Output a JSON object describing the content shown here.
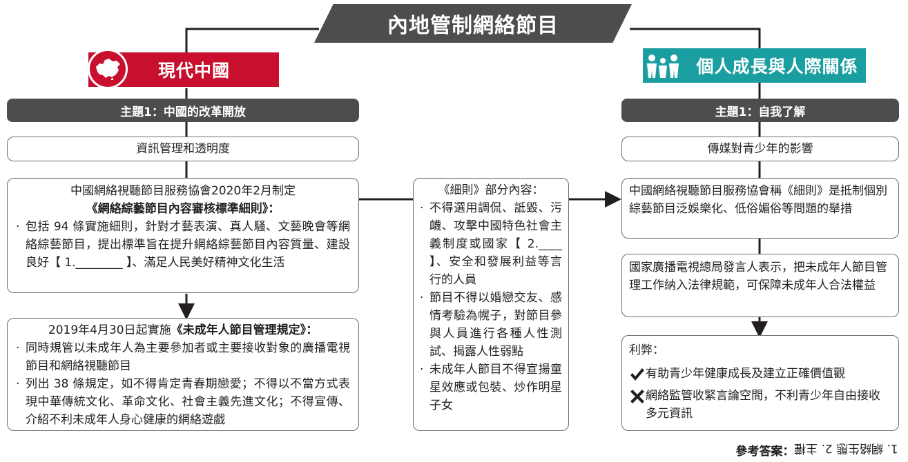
{
  "title": "內地管制網絡節目",
  "left": {
    "section": "現代中國",
    "section_icon": "china-map-icon",
    "topic": "主題1：中國的改革開放",
    "subtopic": "資訊管理和透明度",
    "box1": {
      "line1": "中國網絡視聽節目服務協會2020年2月制定",
      "line2": "《網絡綜藝節目內容審核標準細則》：",
      "bullet": "包括 94 條實施細則，針對才藝表演、真人騷、文藝晚會等網絡綜藝節目，提出標準旨在提升網絡綜藝節目內容質量、建設良好【 1.________ 】、滿足人民美好精神文化生活"
    },
    "box2": {
      "line1_a": "2019年4月30日起實施",
      "line1_b": "《未成年人節目管理規定》：",
      "bullets": [
        "同時規管以未成年人為主要參加者或主要接收對象的廣播電視節目和網絡視聽節目",
        "列出 38 條規定，如不得肯定青春期戀愛；不得以不當方式表現中華傳統文化、革命文化、社會主義先進文化；不得宣傳、介紹不利未成年人身心健康的網絡遊戲"
      ]
    }
  },
  "center": {
    "heading": "《細則》部分內容：",
    "bullets": [
      "不得選用調侃、詆毀、污衊、攻擊中國特色社會主義制度或國家【 2.____ 】、安全和發展利益等言行的人員",
      "節目不得以婚戀交友、感情考驗為幌子，對節目參與人員進行各種人性測試、揭露人性弱點",
      "未成年人節目不得宣揚童星效應或包裝、炒作明星子女"
    ]
  },
  "right": {
    "section": "個人成長與人際關係",
    "section_icon": "people-icon",
    "topic": "主題1：自我了解",
    "subtopic": "傳媒對青少年的影響",
    "box1": "中國網絡視聽節目服務協會稱《細則》是抵制個別綜藝節目泛娛樂化、低俗媚俗等問題的舉措",
    "box2": "國家廣播電視總局發言人表示，把未成年人節目管理工作納入法律規範，可保障未成年人合法權益",
    "box3": {
      "heading": "利弊：",
      "pro": "有助青少年健康成長及建立正確價值觀",
      "con": "網絡監管收緊言論空間，不利青少年自由接收多元資訊"
    }
  },
  "footnote": {
    "label": "參考答案：",
    "answers": "1. 網絡生態  2. 主權"
  },
  "colors": {
    "dark_gray": "#4d4d4f",
    "red": "#c8102e",
    "teal": "#1a9ea0"
  }
}
